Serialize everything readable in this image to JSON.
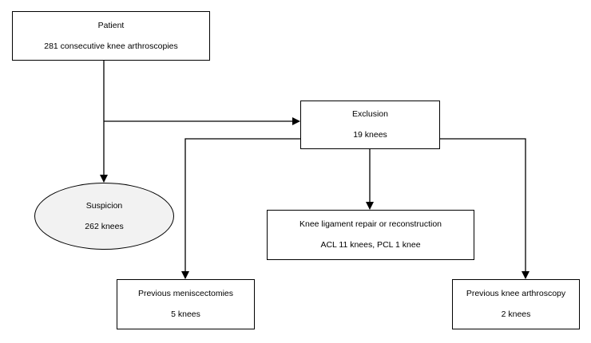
{
  "nodes": {
    "patient": {
      "title": "Patient",
      "detail": "281 consecutive knee arthroscopies"
    },
    "exclusion": {
      "title": "Exclusion",
      "detail": "19 knees"
    },
    "suspicion": {
      "title": "Suspicion",
      "detail": "262 knees"
    },
    "ligament": {
      "title": "Knee ligament repair or reconstruction",
      "detail": "ACL 11 knees, PCL 1 knee"
    },
    "meniscectomies": {
      "title": "Previous meniscectomies",
      "detail": "5 knees"
    },
    "arthroscopy": {
      "title": "Previous knee arthroscopy",
      "detail": "2 knees"
    }
  },
  "colors": {
    "line": "#000000",
    "ellipse_fill": "#f2f2f2"
  }
}
